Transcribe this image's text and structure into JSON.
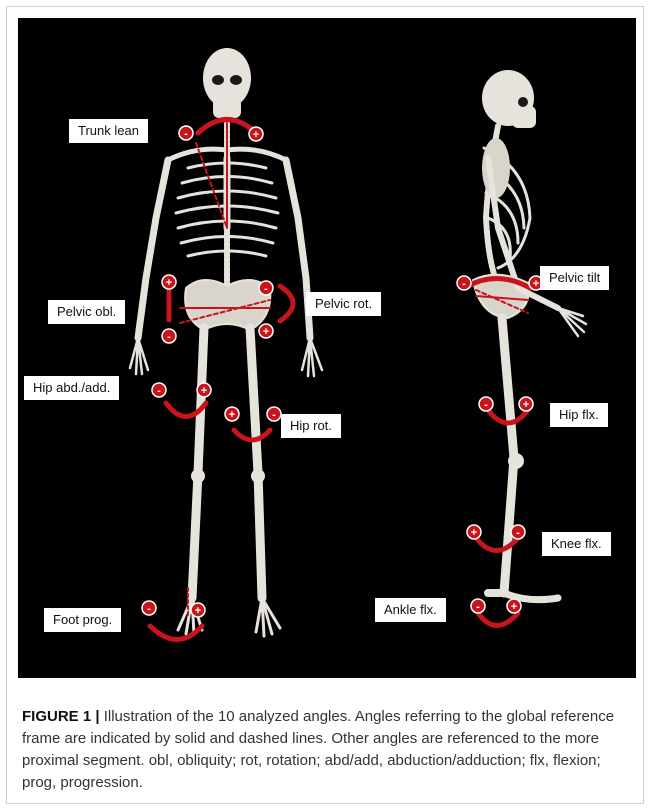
{
  "figure": {
    "labels": {
      "trunk_lean": "Trunk lean",
      "pelvic_obl": "Pelvic obl.",
      "pelvic_rot": "Pelvic rot.",
      "hip_abd_add": "Hip abd./add.",
      "hip_rot": "Hip rot.",
      "foot_prog": "Foot prog.",
      "pelvic_tilt": "Pelvic tilt",
      "hip_flx": "Hip flx.",
      "knee_flx": "Knee flx.",
      "ankle_flx": "Ankle flx."
    },
    "signs": {
      "plus": "+",
      "minus": "-"
    },
    "colors": {
      "background": "#000000",
      "bone": "#e6e3dc",
      "arrow": "#c8141b"
    }
  },
  "caption": {
    "figure_number": "FIGURE 1 |",
    "text": " Illustration of the 10 analyzed angles. Angles referring to the global reference frame are indicated by solid and dashed lines. Other angles are referenced to the more proximal segment. obl, obliquity; rot, rotation; abd/add, abduction/adduction; flx, flexion; prog, progression."
  }
}
